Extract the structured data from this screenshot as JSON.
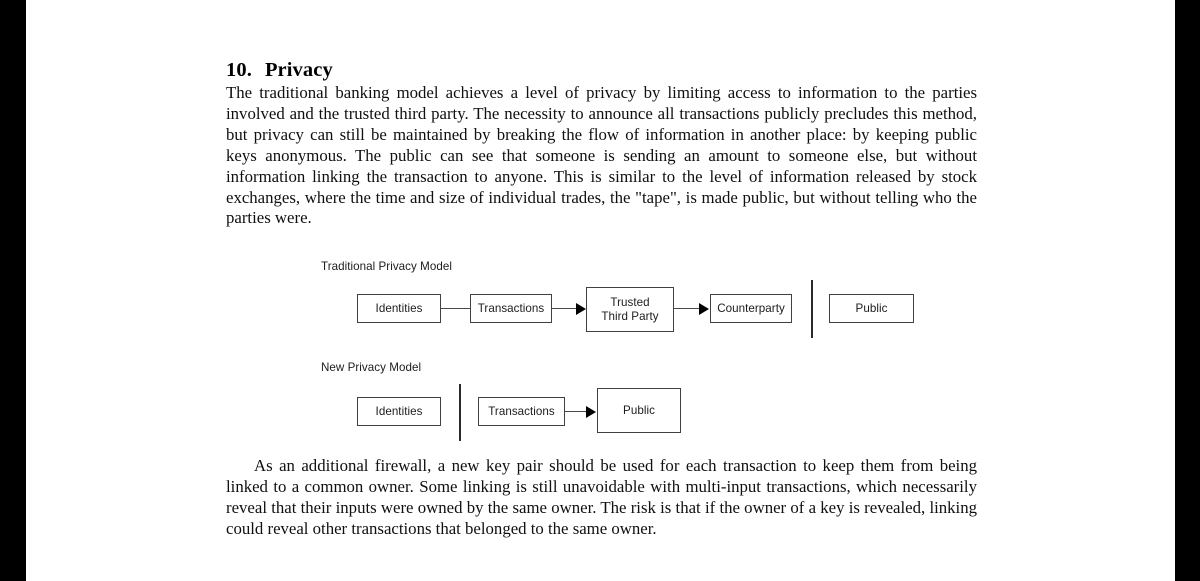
{
  "document": {
    "section_number": "10.",
    "section_title": "Privacy",
    "paragraph_1": "The traditional banking model achieves a level of privacy by limiting access to information to the parties involved and the trusted third party.  The necessity to announce all transactions publicly precludes this method, but privacy can still be maintained by breaking the flow of information in another place: by keeping public keys anonymous.  The public can see that someone is sending an amount to someone else, but without information linking the transaction to anyone.  This is similar to the level of information released by stock exchanges, where the time and size of individual trades, the \"tape\", is made public, but without telling who the parties were.",
    "paragraph_2": "As an additional firewall, a new key pair should be used for each transaction to keep them from being linked to a common owner.  Some linking is still unavoidable with multi-input transactions, which necessarily reveal that their inputs were owned by the same owner.  The risk is that if the owner of a key is revealed, linking could reveal other transactions that belonged to the same owner."
  },
  "figure": {
    "traditional": {
      "title": "Traditional Privacy Model",
      "nodes": {
        "identities": "Identities",
        "transactions": "Transactions",
        "trusted_third_party_line1": "Trusted",
        "trusted_third_party_line2": "Third Party",
        "counterparty": "Counterparty",
        "public": "Public"
      }
    },
    "new": {
      "title": "New Privacy Model",
      "nodes": {
        "identities": "Identities",
        "transactions": "Transactions",
        "public": "Public"
      }
    }
  },
  "colors": {
    "page_background": "#ffffff",
    "letterbox": "#000000",
    "text": "#101010",
    "box_border": "#404040",
    "arrow": "#000000"
  }
}
